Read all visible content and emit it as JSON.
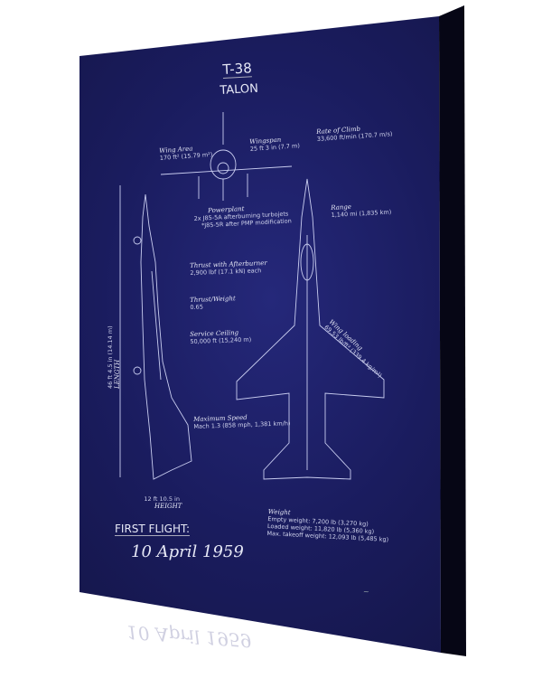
{
  "title": "T-38",
  "subtitle": "TALON",
  "specs": {
    "wing_area": {
      "label": "Wing Area",
      "value": "170 ft² (15.79 m²)"
    },
    "wingspan": {
      "label": "Wingspan",
      "value": "25 ft 3 in (7.7 m)"
    },
    "rate_of_climb": {
      "label": "Rate of Climb",
      "value": "33,600 ft/min (170.7 m/s)"
    },
    "range": {
      "label": "Range",
      "value": "1,140 mi (1,835 km)"
    },
    "powerplant": {
      "label": "Powerplant",
      "value": "2x J85-5A afterburning turbojets",
      "note": "*J85-5R after PMP modification"
    },
    "thrust": {
      "label": "Thrust with Afterburner",
      "value": "2,900 lbf (17.1 kN) each"
    },
    "thrust_weight": {
      "label": "Thrust/Weight",
      "value": "0.65"
    },
    "ceiling": {
      "label": "Service Ceiling",
      "value": "50,000 ft (15,240 m)"
    },
    "wing_loading": {
      "label": "Wing loading",
      "value": "69.53 lb/ft² (339.4 kg/m²)"
    },
    "max_speed": {
      "label": "Maximum Speed",
      "value": "Mach 1.3 (858 mph, 1,381 km/h)"
    },
    "length": {
      "value": "46 ft 4.5 in (14.14 m)",
      "label": "LENGTH"
    },
    "height": {
      "value": "12 ft 10.5 in",
      "label": "HEIGHT"
    },
    "weight": {
      "label": "Weight",
      "empty": "Empty weight: 7,200 lb (3,270 kg)",
      "loaded": "Loaded weight: 11,820 lb (5,360 kg)",
      "max": "Max. takeoff weight: 12,093 lb (5,485 kg)"
    }
  },
  "first_flight": {
    "label": "FIRST FLIGHT:",
    "date": "10 April 1959"
  },
  "colors": {
    "canvas": "#1a1c5e",
    "lines": "#c9cdf0"
  }
}
